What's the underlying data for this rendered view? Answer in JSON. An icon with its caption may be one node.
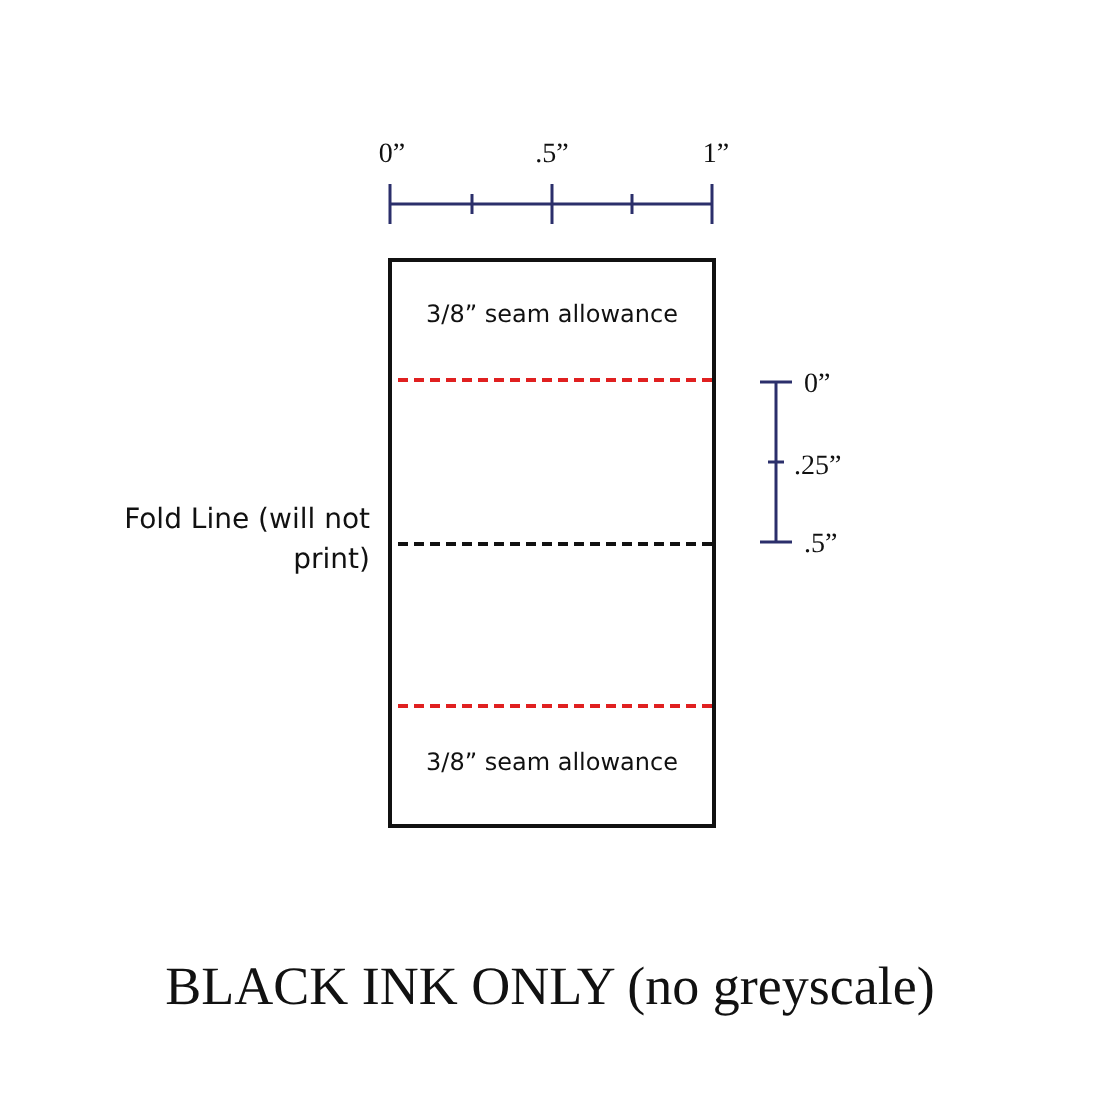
{
  "diagram": {
    "caption": "BLACK INK ONLY (no greyscale)",
    "nodes": [
      {
        "text": [
          "3/8” seam allowance",
          "3/8” seam allowance"
        ]
      }
    ],
    "labels": [
      "0”",
      ".5”",
      "1”",
      "Fold Line (will not print)",
      "0”",
      ".25”",
      ".5”"
    ]
  }
}
